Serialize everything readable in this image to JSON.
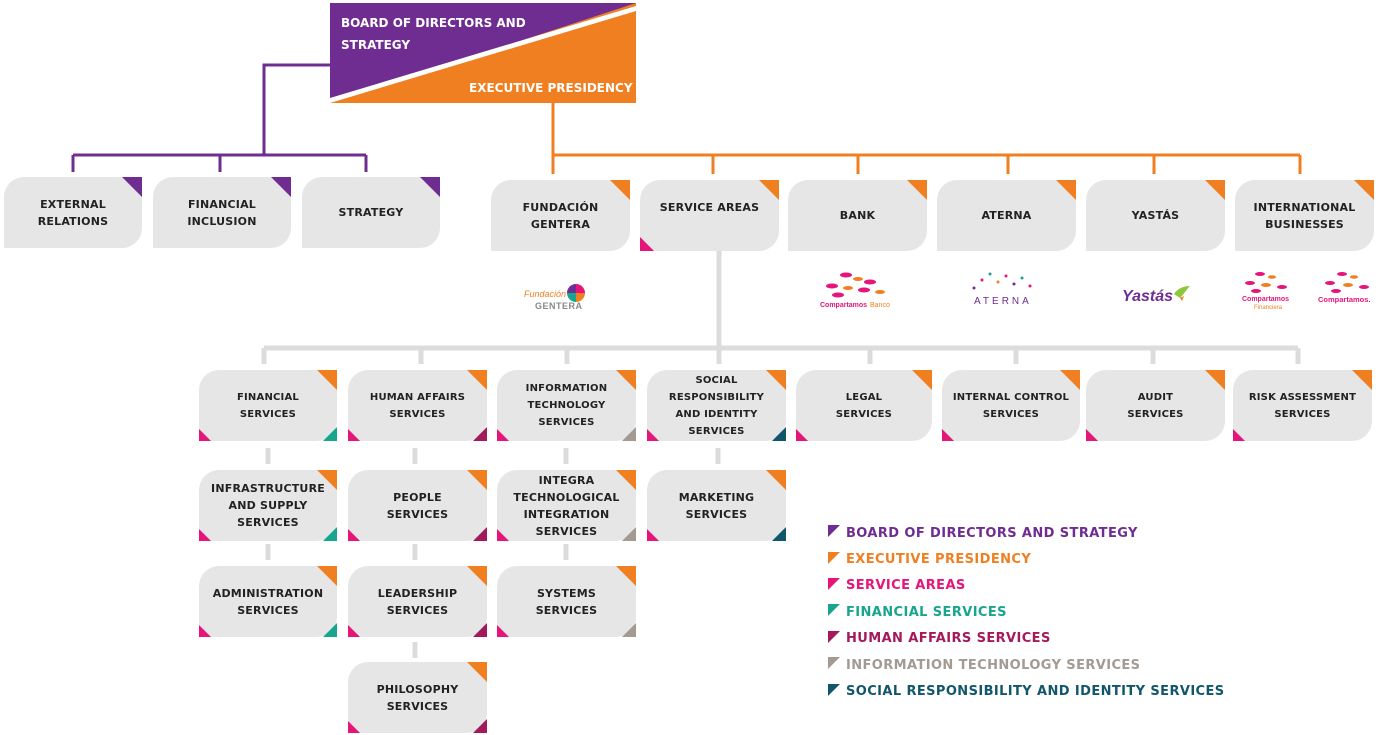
{
  "top": {
    "board": "BOARD OF DIRECTORS AND\nSTRATEGY",
    "executive": "EXECUTIVE PRESIDENCY"
  },
  "board_units": [
    {
      "label": "EXTERNAL\nRELATIONS"
    },
    {
      "label": "FINANCIAL\nINCLUSION"
    },
    {
      "label": "STRATEGY"
    }
  ],
  "executive_units": [
    {
      "label": "FUNDACIÓN\nGENTERA"
    },
    {
      "label": "SERVICE AREAS"
    },
    {
      "label": "BANK"
    },
    {
      "label": "ATERNA"
    },
    {
      "label": "YASTÁS"
    },
    {
      "label": "INTERNATIONAL\nBUSINESSES"
    }
  ],
  "logos": {
    "fundacion": "Fundación",
    "gentera": "GENTERA",
    "compartamos_banco": "Compartamos",
    "banco": "Banco",
    "aterna": "ATERNA",
    "yastas": "Yastás",
    "compartamos_financiera": "Compartamos",
    "financiera": "Financiera",
    "compartamos": "Compartamos."
  },
  "service_areas": [
    {
      "label": "FINANCIAL\nSERVICES"
    },
    {
      "label": "HUMAN AFFAIRS\nSERVICES"
    },
    {
      "label": "INFORMATION\nTECHNOLOGY SERVICES"
    },
    {
      "label": "SOCIAL RESPONSIBILITY\nAND IDENTITY SERVICES"
    },
    {
      "label": "LEGAL\nSERVICES"
    },
    {
      "label": "INTERNAL CONTROL\nSERVICES"
    },
    {
      "label": "AUDIT\nSERVICES"
    },
    {
      "label": "RISK ASSESSMENT\nSERVICES"
    }
  ],
  "sub_units": {
    "financial": [
      {
        "label": "INFRASTRUCTURE\nAND SUPPLY\nSERVICES"
      },
      {
        "label": "ADMINISTRATION\nSERVICES"
      }
    ],
    "human": [
      {
        "label": "PEOPLE\nSERVICES"
      },
      {
        "label": "LEADERSHIP\nSERVICES"
      },
      {
        "label": "PHILOSOPHY\nSERVICES"
      }
    ],
    "it": [
      {
        "label": "INTEGRA\nTECHNOLOGICAL\nINTEGRATION\nSERVICES"
      },
      {
        "label": "SYSTEMS\nSERVICES"
      }
    ],
    "social": [
      {
        "label": "MARKETING\nSERVICES"
      }
    ]
  },
  "legend": [
    {
      "label": "BOARD OF DIRECTORS AND STRATEGY",
      "color": "#6f2c91"
    },
    {
      "label": "EXECUTIVE PRESIDENCY",
      "color": "#f07f22"
    },
    {
      "label": "SERVICE AREAS",
      "color": "#e5157a"
    },
    {
      "label": "FINANCIAL SERVICES",
      "color": "#17a58e"
    },
    {
      "label": "HUMAN AFFAIRS SERVICES",
      "color": "#a4195c"
    },
    {
      "label": "INFORMATION TECHNOLOGY SERVICES",
      "color": "#a39a92"
    },
    {
      "label": "SOCIAL RESPONSIBILITY AND IDENTITY SERVICES",
      "color": "#11566a"
    }
  ],
  "colors": {
    "board": "#6f2c91",
    "executive": "#f07f22",
    "service": "#e5157a",
    "financial": "#17a58e",
    "human": "#a4195c",
    "it": "#a39a92",
    "social": "#11566a",
    "connector_grey": "#dcdcdc",
    "box": "#e6e6e6"
  }
}
